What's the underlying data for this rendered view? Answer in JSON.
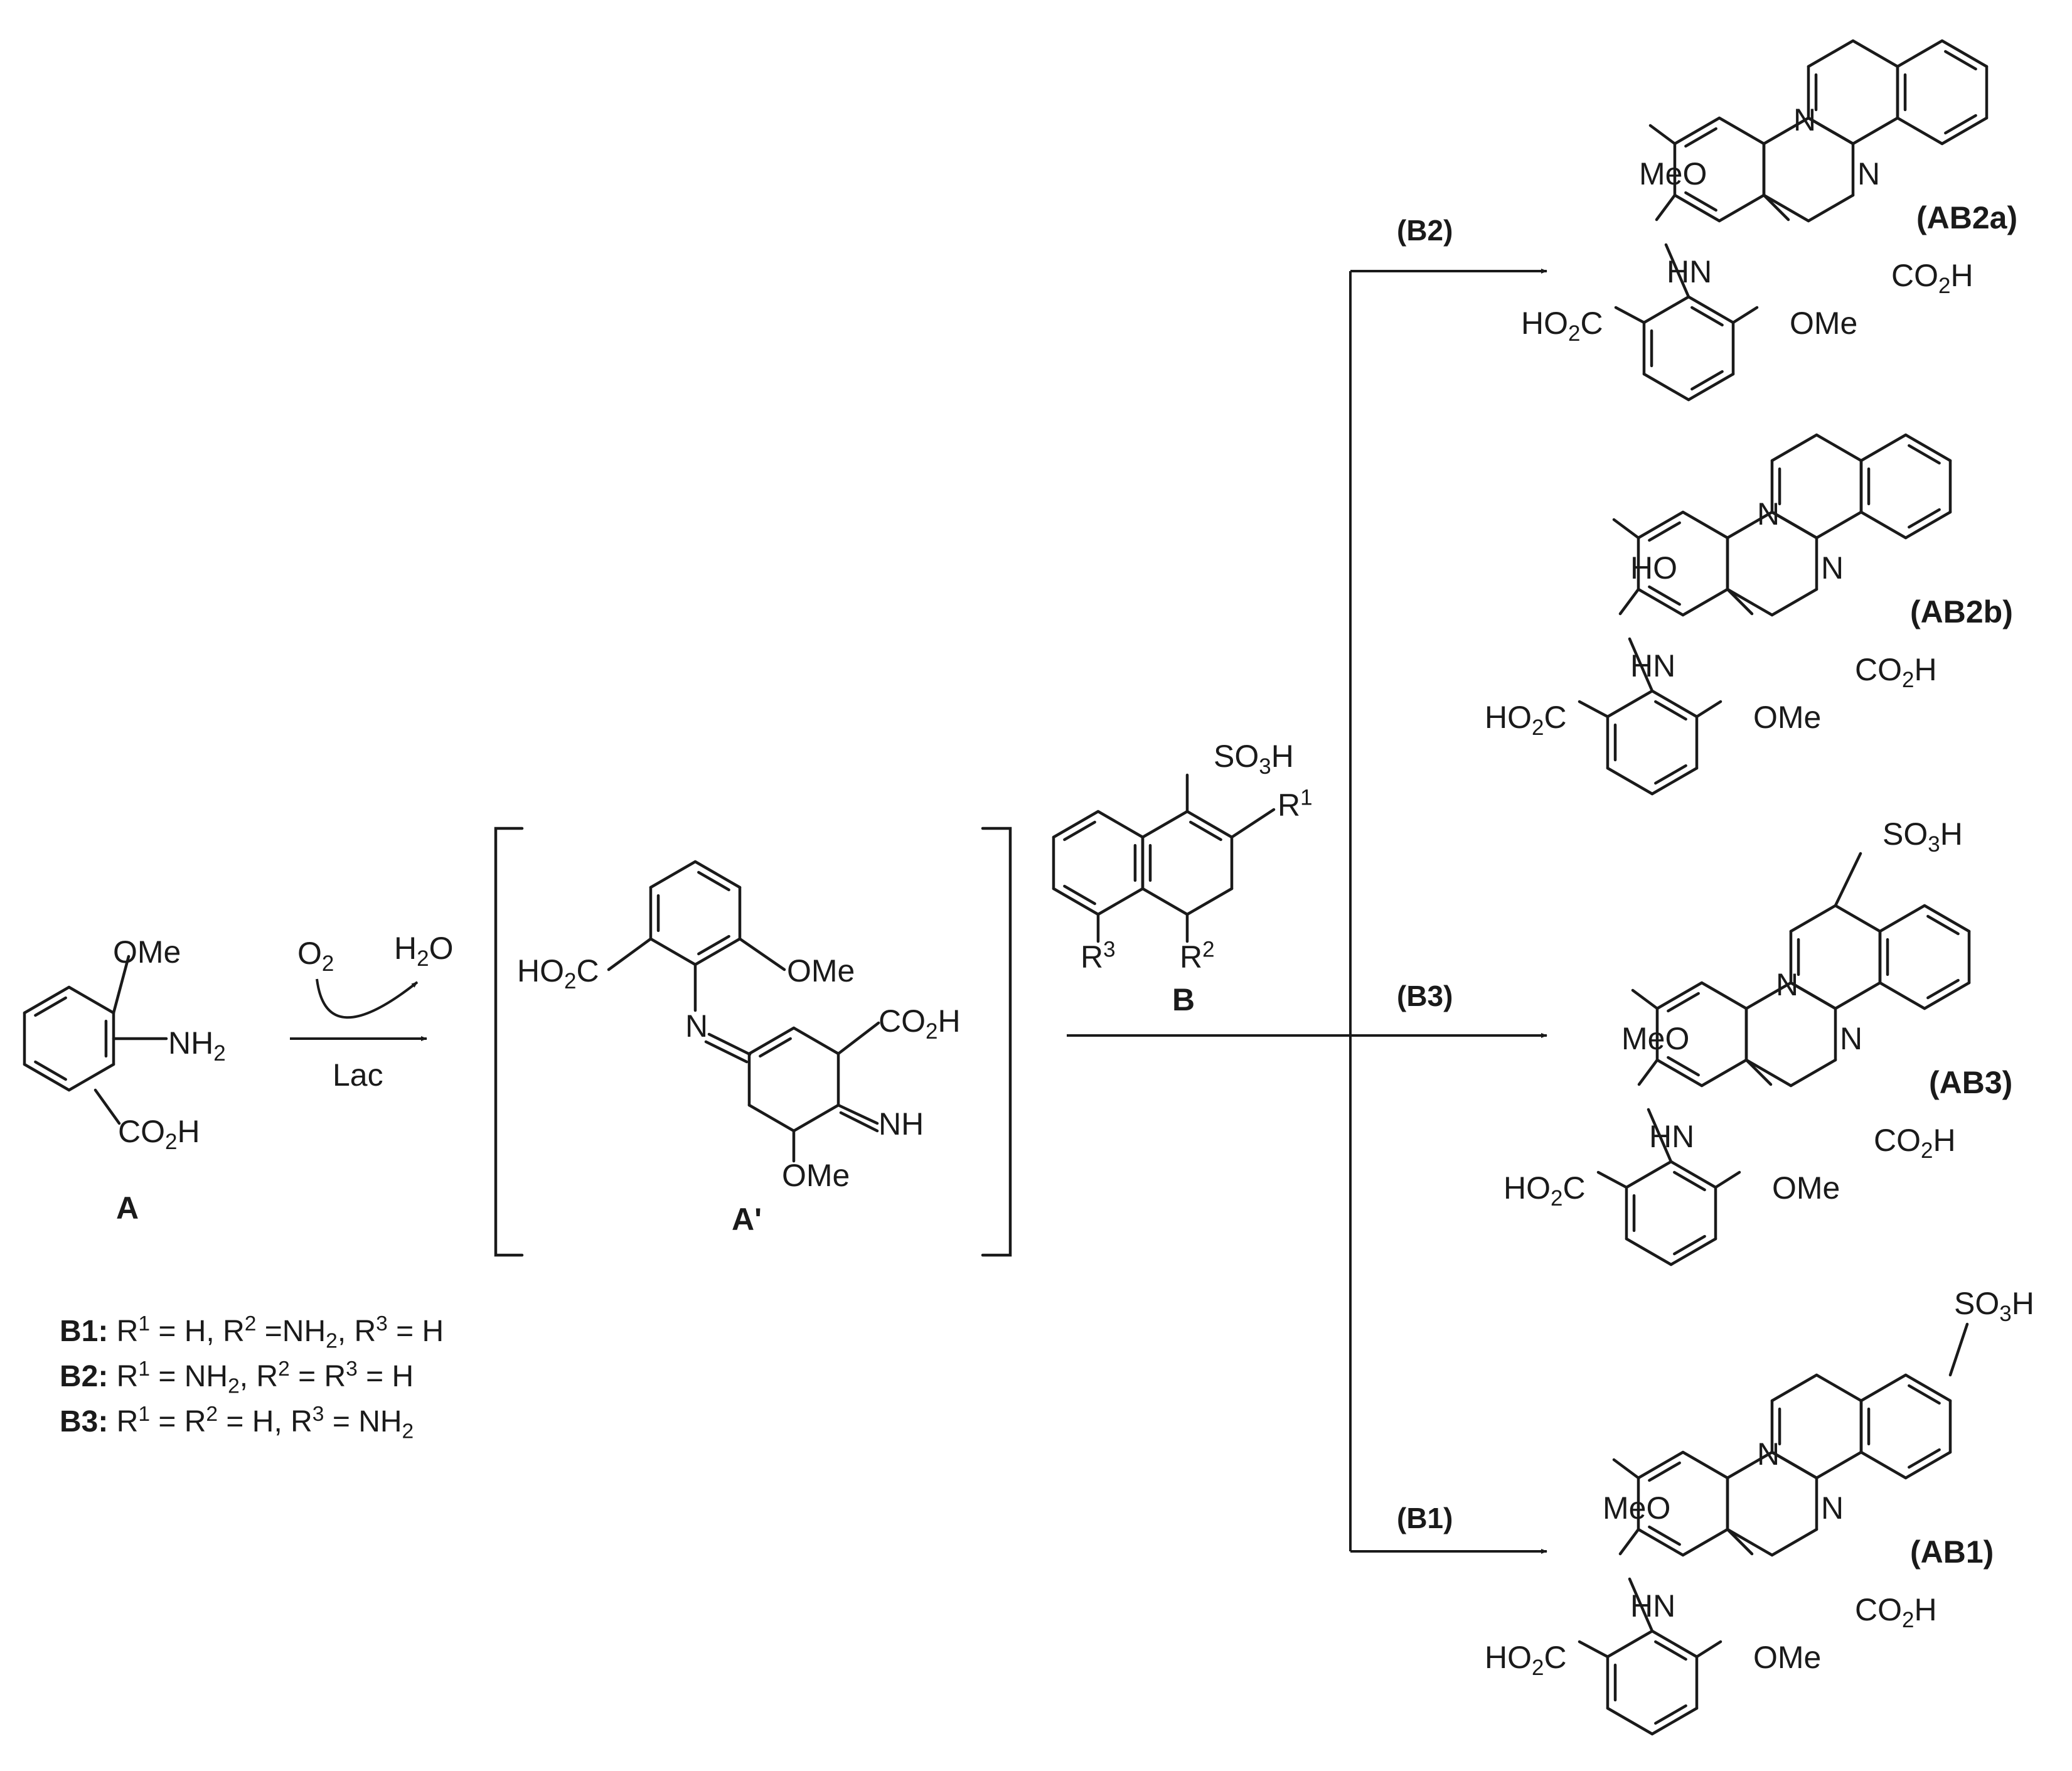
{
  "compounds": {
    "A": "A",
    "A_prime": "A'",
    "B": "B",
    "AB2a": "(AB2a)",
    "AB2b": "(AB2b)",
    "AB3": "(AB3)",
    "AB1": "(AB1)"
  },
  "arrow_labels": {
    "oxygen": "O",
    "oxygen_sub": "2",
    "water_h": "H",
    "water_sub": "2",
    "water_o": "O",
    "catalyst": "Lac"
  },
  "branch_labels": {
    "b2": "(B2)",
    "b3": "(B3)",
    "b1": "(B1)"
  },
  "atoms": {
    "ome": "OMe",
    "meo": "MeO",
    "nh": "NH",
    "n": "N",
    "hn": "HN",
    "ho": "HO",
    "nh2_n": "NH",
    "nh2_sub": "2",
    "ho2c_a": "HO",
    "ho2c_sub": "2",
    "ho2c_b": "C",
    "co2h_a": "CO",
    "co2h_sub": "2",
    "co2h_b": "H",
    "so3h_a": "SO",
    "so3h_sub": "3",
    "so3h_b": "H",
    "r": "R",
    "r1": "1",
    "r2": "2",
    "r3": "3"
  },
  "definitions": {
    "b1": {
      "name": "B1:",
      "p1": " R",
      "p2": " = H, R",
      "p3": " =NH",
      "p4": ",  R",
      "p5": " = H"
    },
    "b2": {
      "name": "B2:",
      "p1": " R",
      "p2": " = NH",
      "p3": ", R",
      "p4": " = R",
      "p5": " = H"
    },
    "b3": {
      "name": "B3:",
      "p1": " R",
      "p2": " = R",
      "p3": " = H, R",
      "p4": " = NH"
    },
    "sup1": "1",
    "sup2": "2",
    "sup3": "3",
    "sub2": "2"
  }
}
